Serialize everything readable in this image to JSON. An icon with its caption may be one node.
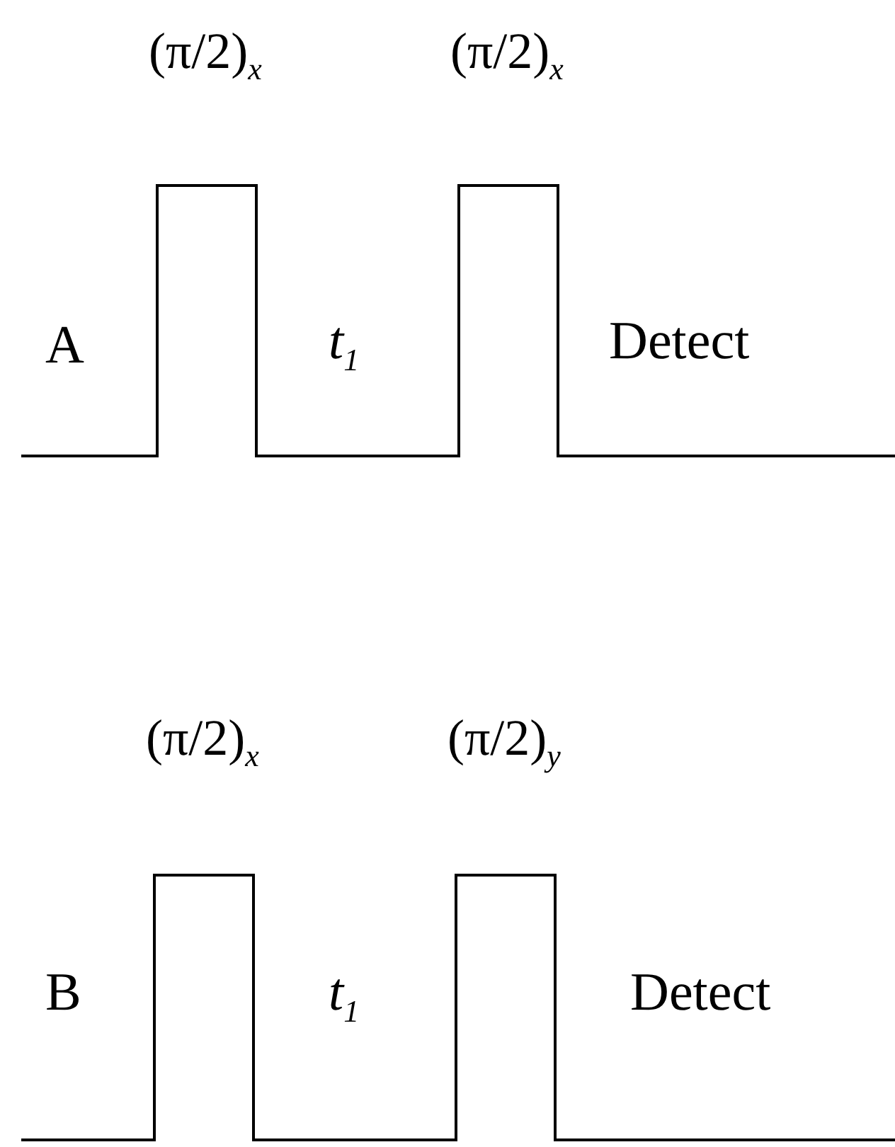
{
  "diagram": {
    "labels": [
      "(π/2)$_{x}$",
      "(π/2)$_{x}$",
      "A",
      "t$_{1}$",
      "Detect",
      "(π/2)$_{x}$",
      "(π/2)$_{y}$",
      "B",
      "t$_{1}$",
      "Detect"
    ]
  }
}
